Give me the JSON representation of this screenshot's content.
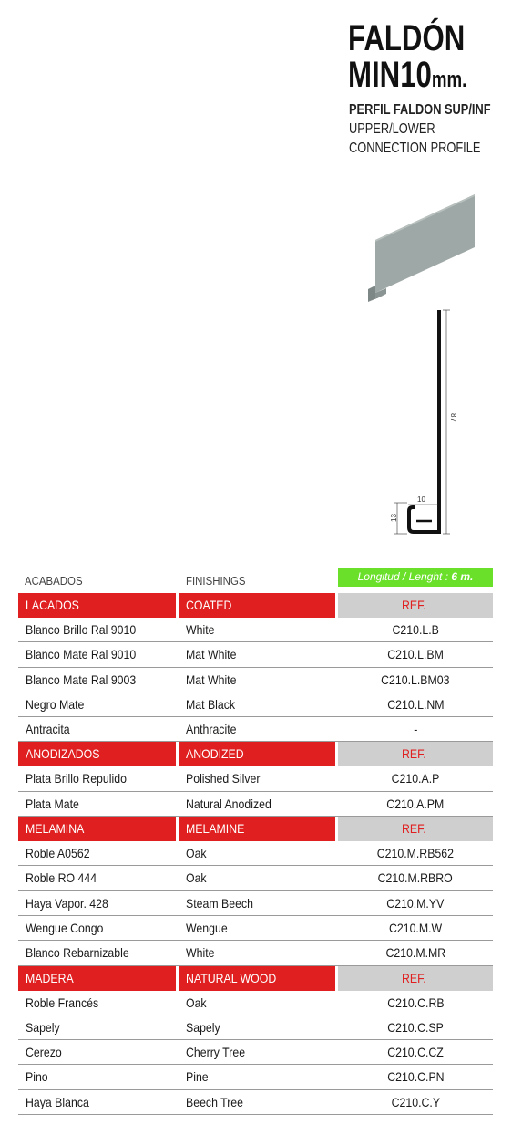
{
  "title": {
    "line1": "FALDÓN",
    "line2": "MIN10",
    "unit": "mm."
  },
  "subtitle": {
    "bold": "PERFIL FALDON SUP/INF",
    "line2": "UPPER/LOWER",
    "line3": "CONNECTION PROFILE"
  },
  "drawing": {
    "height_dim": "87",
    "width_dim": "10",
    "lip_dim": "13"
  },
  "colors": {
    "accent_red": "#e02020",
    "length_green": "#6be02a",
    "ref_gray": "#cfcfcf",
    "profile_gray": "#9ea8a6"
  },
  "table": {
    "col_es": "ACABADOS",
    "col_en": "FINISHINGS",
    "length_label": "Longitud / Lenght : ",
    "length_value": "6 m.",
    "sections": [
      {
        "es": "LACADOS",
        "en": "COATED",
        "ref": "REF.",
        "rows": [
          {
            "es": "Blanco Brillo Ral 9010",
            "en": "White",
            "ref": "C210.L.B"
          },
          {
            "es": "Blanco Mate Ral 9010",
            "en": "Mat White",
            "ref": "C210.L.BM"
          },
          {
            "es": "Blanco Mate Ral 9003",
            "en": "Mat White",
            "ref": "C210.L.BM03"
          },
          {
            "es": "Negro Mate",
            "en": "Mat Black",
            "ref": "C210.L.NM"
          },
          {
            "es": "Antracita",
            "en": "Anthracite",
            "ref": "-"
          }
        ]
      },
      {
        "es": "ANODIZADOS",
        "en": "ANODIZED",
        "ref": "REF.",
        "rows": [
          {
            "es": "Plata Brillo Repulido",
            "en": "Polished Silver",
            "ref": "C210.A.P"
          },
          {
            "es": "Plata Mate",
            "en": "Natural Anodized",
            "ref": "C210.A.PM"
          }
        ]
      },
      {
        "es": "MELAMINA",
        "en": "MELAMINE",
        "ref": "REF.",
        "rows": [
          {
            "es": "Roble A0562",
            "en": "Oak",
            "ref": "C210.M.RB562"
          },
          {
            "es": "Roble RO 444",
            "en": "Oak",
            "ref": "C210.M.RBRO"
          },
          {
            "es": "Haya Vapor. 428",
            "en": "Steam Beech",
            "ref": "C210.M.YV"
          },
          {
            "es": "Wengue Congo",
            "en": "Wengue",
            "ref": "C210.M.W"
          },
          {
            "es": "Blanco Rebarnizable",
            "en": "White",
            "ref": "C210.M.MR"
          }
        ]
      },
      {
        "es": " MADERA",
        "en": "NATURAL WOOD",
        "ref": "REF.",
        "rows": [
          {
            "es": "Roble Francés",
            "en": "Oak",
            "ref": "C210.C.RB"
          },
          {
            "es": "Sapely",
            "en": "Sapely",
            "ref": "C210.C.SP"
          },
          {
            "es": "Cerezo",
            "en": "Cherry Tree",
            "ref": "C210.C.CZ"
          },
          {
            "es": "Pino",
            "en": "Pine",
            "ref": "C210.C.PN"
          },
          {
            "es": "Haya Blanca",
            "en": "Beech Tree",
            "ref": "C210.C.Y"
          }
        ]
      }
    ]
  }
}
